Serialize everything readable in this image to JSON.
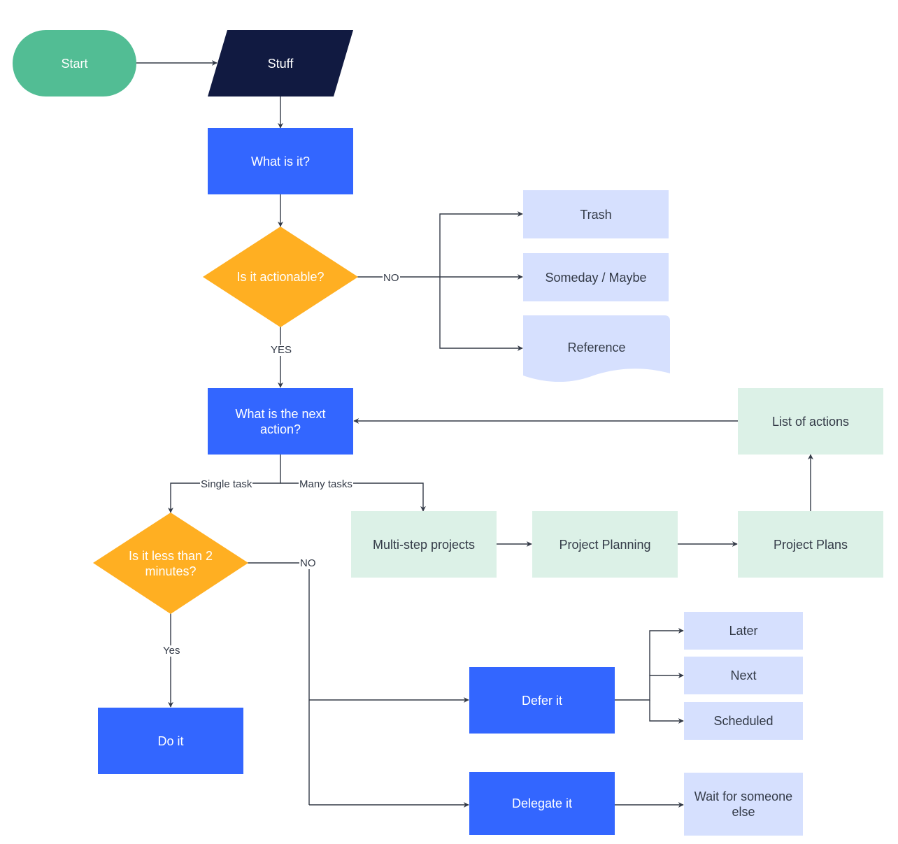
{
  "nodes": {
    "start": "Start",
    "stuff": "Stuff",
    "what_is_it": "What is it?",
    "actionable": "Is it actionable?",
    "trash": "Trash",
    "someday": "Someday / Maybe",
    "reference": "Reference",
    "next_action": "What is the next action?",
    "list_of_actions": "List of actions",
    "less_than_2": "Is it less than 2 minutes?",
    "multi_step": "Multi-step projects",
    "project_planning": "Project Planning",
    "project_plans": "Project Plans",
    "do_it": "Do it",
    "defer_it": "Defer it",
    "delegate_it": "Delegate it",
    "later": "Later",
    "next": "Next",
    "scheduled": "Scheduled",
    "wait": "Wait for someone else"
  },
  "edge_labels": {
    "no_actionable": "NO",
    "yes_actionable": "YES",
    "single_task": "Single task",
    "many_tasks": "Many tasks",
    "no_two_min": "NO",
    "yes_two_min": "Yes"
  },
  "colors": {
    "start": "#52bd94",
    "stuff": "#111a41",
    "process": "#3366ff",
    "decision": "#ffaf22",
    "outcome": "#d6e0fe",
    "project": "#dcf1e7",
    "line": "#333a47"
  }
}
